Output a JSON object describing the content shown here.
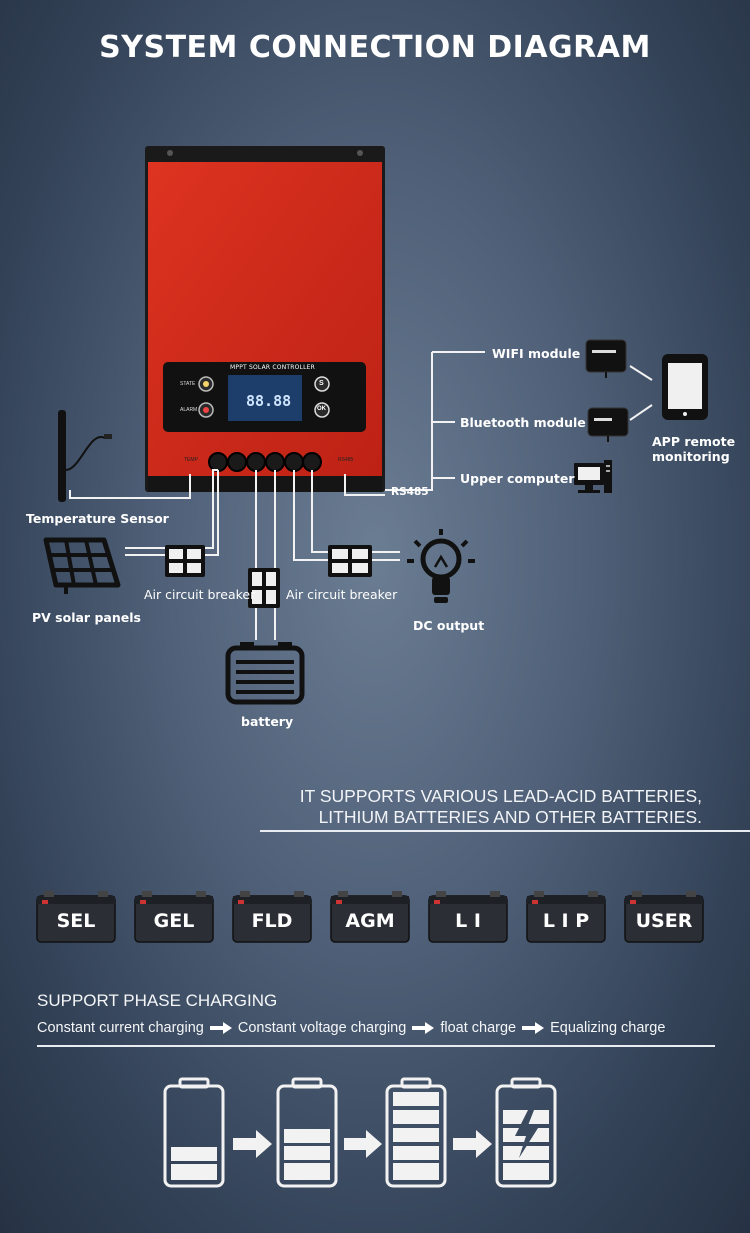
{
  "title": "SYSTEM CONNECTION DIAGRAM",
  "controller": {
    "lcd_title": "MPPT SOLAR CONTROLLER",
    "lcd_digits": "88.88",
    "state_label": "STATE",
    "alarm_label": "ALARM",
    "btn_s": "S",
    "btn_ok": "OK",
    "port_temp": "TEMP",
    "port_rs485": "RS485"
  },
  "labels": {
    "temperature_sensor": "Temperature Sensor",
    "pv_solar_panels": "PV solar panels",
    "air_breaker_left": "Air circuit breaker",
    "air_breaker_right": "Air circuit breaker",
    "battery": "battery",
    "dc_output": "DC output",
    "rs485": "RS485",
    "wifi_module": "WIFI module",
    "bluetooth_module": "Bluetooth module",
    "upper_computer": "Upper computer",
    "app_line1": "APP remote",
    "app_line2": "monitoring"
  },
  "statement": {
    "line1": "IT SUPPORTS VARIOUS LEAD-ACID BATTERIES,",
    "line2": "LITHIUM BATTERIES AND OTHER BATTERIES."
  },
  "battery_types": [
    "SEL",
    "GEL",
    "FLD",
    "AGM",
    "L I",
    "L I P",
    "USER"
  ],
  "phase": {
    "title": "SUPPORT PHASE CHARGING",
    "steps": [
      "Constant current charging",
      "Constant voltage charging",
      "float charge",
      "Equalizing charge"
    ]
  },
  "colors": {
    "controller_red": "#d42a1a",
    "background": "#4f6078"
  }
}
